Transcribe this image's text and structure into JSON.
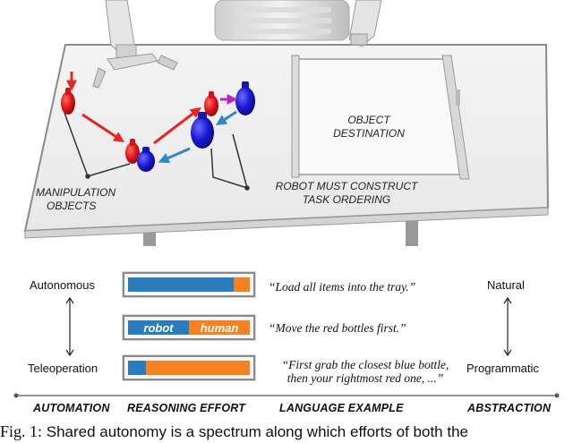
{
  "scene": {
    "object_destination": [
      "OBJECT",
      "DESTINATION"
    ],
    "manipulation_objects": [
      "MANIPULATION",
      "OBJECTS"
    ],
    "robot_must": [
      "ROBOT MUST CONSTRUCT",
      "TASK ORDERING"
    ]
  },
  "spectrum": {
    "left_top": "Autonomous",
    "left_bottom": "Teleoperation",
    "right_top": "Natural",
    "right_bottom": "Programmatic",
    "bars": [
      {
        "robot_fraction": 0.87,
        "quote": "“Load all items into the tray.”"
      },
      {
        "robot_fraction": 0.5,
        "robot_label": "robot",
        "human_label": "human",
        "quote": "“Move the red bottles first.”"
      },
      {
        "robot_fraction": 0.15,
        "quote_line1": "“First grab the closest blue bottle,",
        "quote_line2": "then your rightmost red one, ...”"
      }
    ],
    "axis": [
      "AUTOMATION",
      "REASONING EFFORT",
      "LANGUAGE EXAMPLE",
      "ABSTRACTION"
    ]
  },
  "caption": {
    "prefix": "Fig. 1:",
    "text": "Shared autonomy is a spectrum along which efforts of both the"
  },
  "colors": {
    "robot": "#2b7bbf",
    "human": "#f58220",
    "red_bottle": "#e0161c",
    "blue_bottle": "#1a1ad6",
    "red_arrow": "#e8251f",
    "blue_arrow": "#2f86c8",
    "magenta_arrow": "#c020c8"
  }
}
